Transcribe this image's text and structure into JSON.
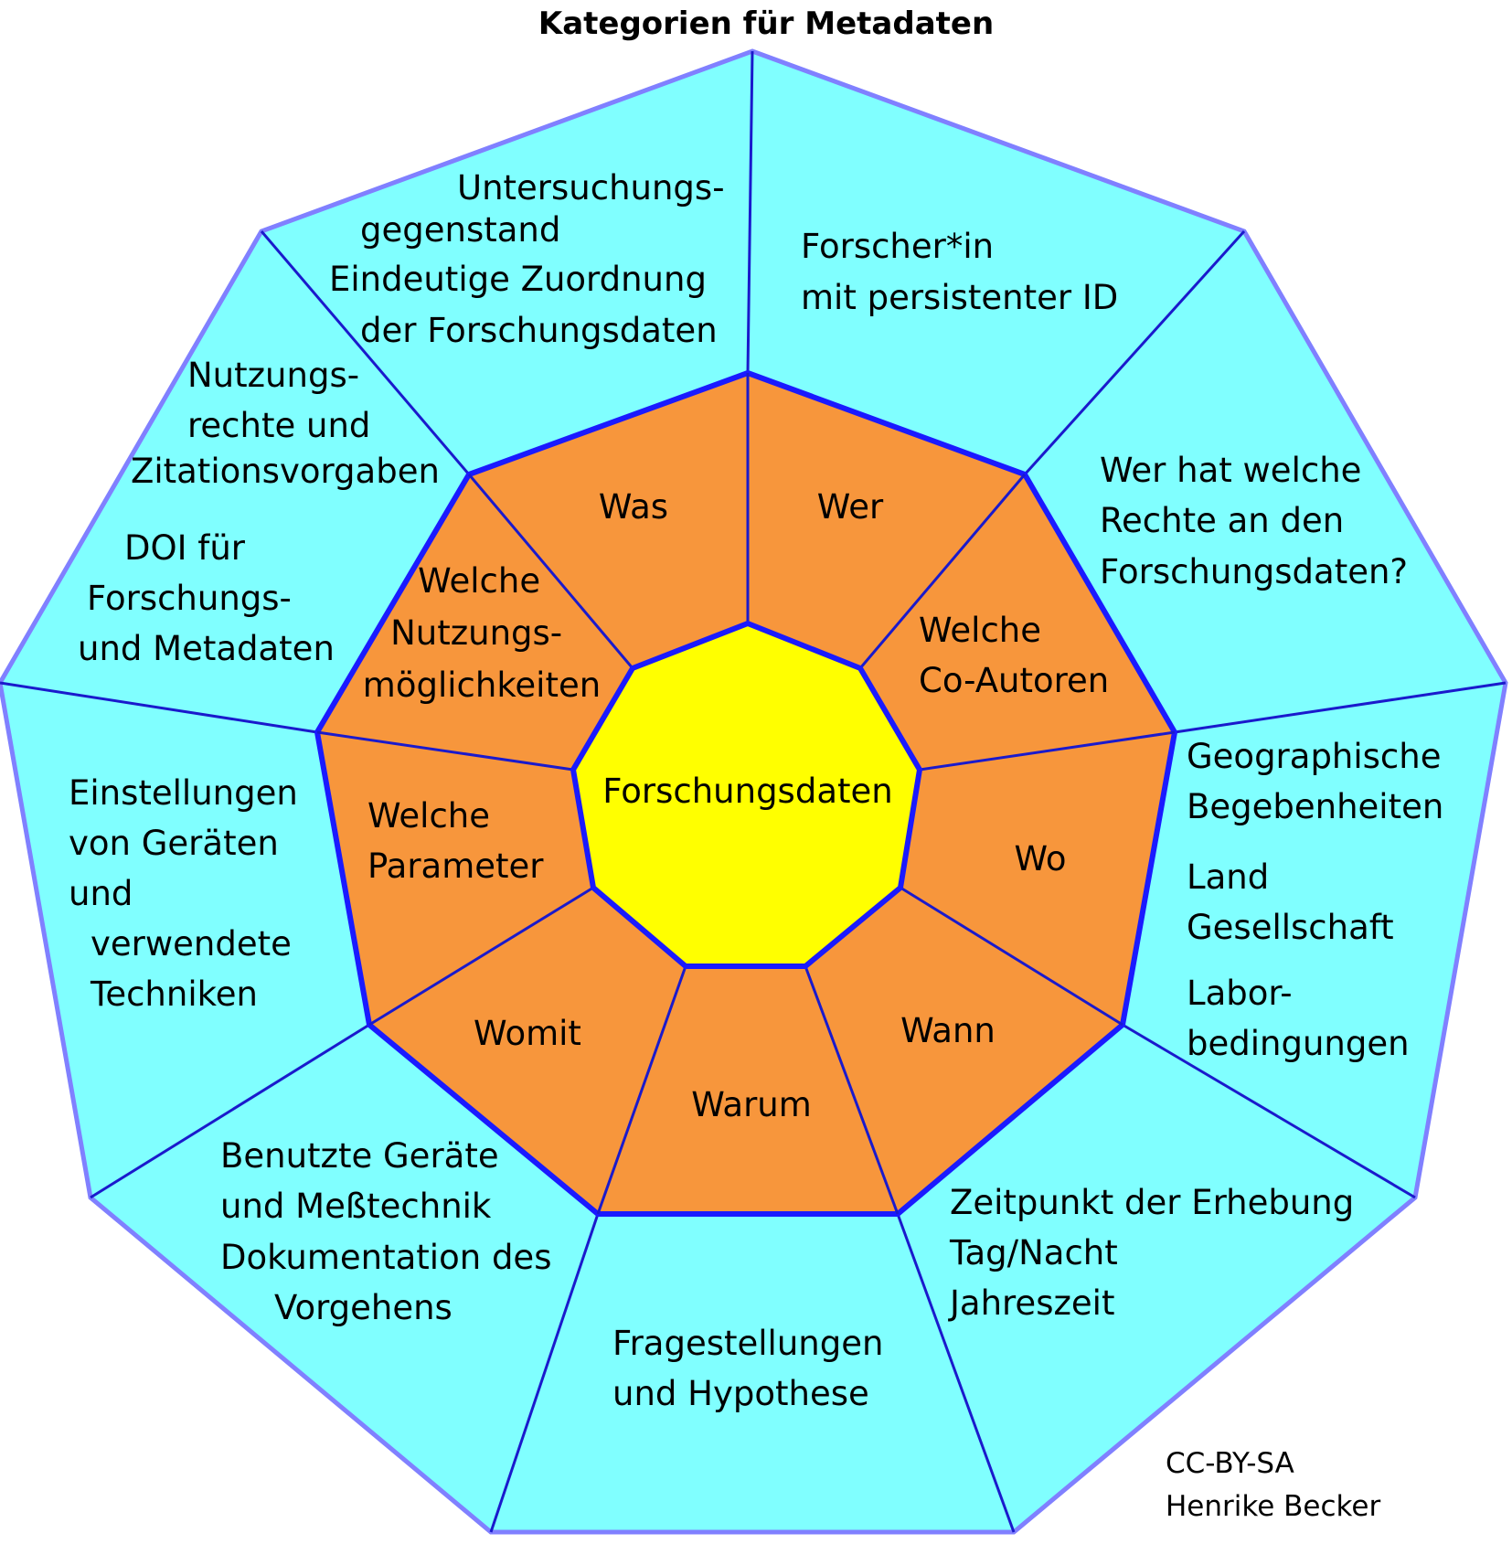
{
  "title": "Kategorien für Metadaten",
  "colors": {
    "outer_fill": "#80ffff",
    "outer_border": "#8080ff",
    "middle_fill": "#f7963c",
    "middle_border": "#1a1aff",
    "center_fill": "#ffff00",
    "divider": "#1a1acc"
  },
  "center": {
    "label": "Forschungsdaten"
  },
  "questions": {
    "was": "Was",
    "wer": "Wer",
    "welche_co_autoren": [
      "Welche",
      "Co-Autoren"
    ],
    "wo": "Wo",
    "wann": "Wann",
    "warum": "Warum",
    "womit": "Womit",
    "welche_parameter": [
      "Welche",
      "Parameter"
    ],
    "welche_nutzungsmoeglichkeiten": [
      "Welche",
      "Nutzungs-",
      "möglichkeiten"
    ]
  },
  "details": {
    "untersuchungsgegenstand": [
      "Untersuchungs-",
      "gegenstand",
      "Eindeutige Zuordnung",
      "der Forschungsdaten"
    ],
    "forscher": [
      "Forscher*in",
      "mit persistenter ID"
    ],
    "rechte": [
      "Wer hat welche",
      "Rechte an den",
      "Forschungsdaten?"
    ],
    "geographie": [
      "Geographische",
      "Begebenheiten",
      "Land",
      "Gesellschaft",
      "Labor-",
      "bedingungen"
    ],
    "zeitpunkt": [
      "Zeitpunkt der Erhebung",
      "Tag/Nacht",
      "Jahreszeit"
    ],
    "fragestellungen": [
      "Fragestellungen",
      "und Hypothese"
    ],
    "geraete": [
      "Benutzte Geräte",
      "und Meßtechnik",
      "Dokumentation des",
      "Vorgehens"
    ],
    "einstellungen": [
      "Einstellungen",
      "von Geräten",
      "und",
      "verwendete",
      "Techniken"
    ],
    "nutzungsrechte": [
      "Nutzungs-",
      "rechte und",
      "Zitationsvorgaben"
    ],
    "doi": [
      "DOI für",
      "Forschungs-",
      "und Metadaten"
    ]
  },
  "credit": [
    "CC-BY-SA",
    "Henrike Becker"
  ]
}
